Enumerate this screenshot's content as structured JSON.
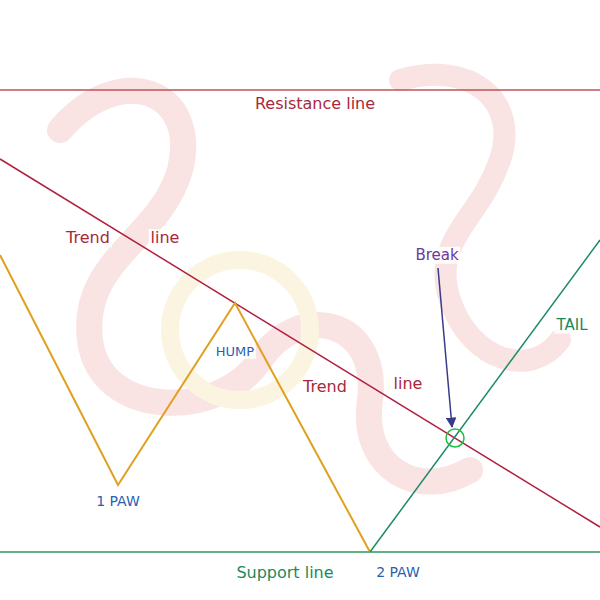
{
  "diagram": {
    "labels": [
      "Resistance line",
      "Trend",
      "line",
      "HUMP",
      "Trend",
      "line",
      "Break",
      "TAIL",
      "1 PAW",
      "Support line",
      "2 PAW"
    ]
  }
}
